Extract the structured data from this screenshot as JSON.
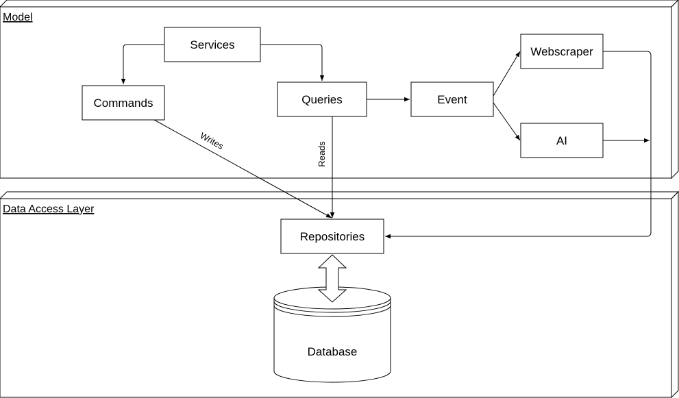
{
  "frames": {
    "model": {
      "label": "Model"
    },
    "data_access": {
      "label": "Data Access Layer"
    }
  },
  "nodes": {
    "services": "Services",
    "commands": "Commands",
    "queries": "Queries",
    "event": "Event",
    "webscraper": "Webscraper",
    "ai": "AI",
    "repositories": "Repositories",
    "database": "Database"
  },
  "edges": {
    "writes": "Writes",
    "reads": "Reads"
  }
}
